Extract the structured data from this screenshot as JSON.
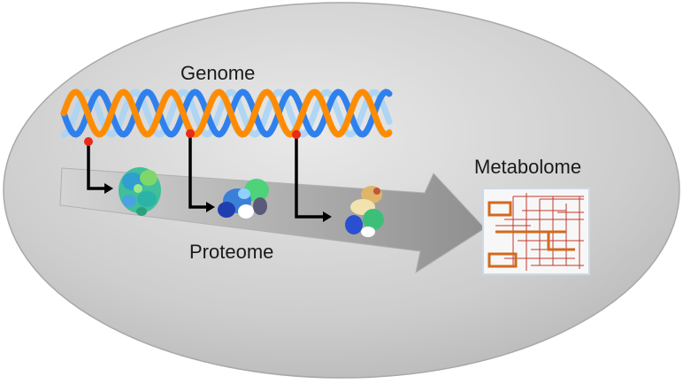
{
  "labels": {
    "genome": "Genome",
    "proteome": "Proteome",
    "metabolome": "Metabolome"
  },
  "colors": {
    "background_ellipse": "#cfcfcf",
    "flow_arrow": "#9e9e9e",
    "dna_strand_orange": "#ff8c00",
    "dna_strand_blue": "#2f80ed",
    "dna_strand_light_blue": "#a9d4f5",
    "gene_marker": "#e8291c",
    "pointer_arrow": "#000000",
    "metabolic_pathway": "#c0392b",
    "metabolic_highlight": "#d2691e"
  },
  "icons": {
    "dna_helix": "dna-double-helix",
    "protein_1": "protein-structure",
    "protein_2": "protein-structure",
    "protein_3": "protein-structure",
    "metabolic_map": "metabolic-pathway-map"
  }
}
